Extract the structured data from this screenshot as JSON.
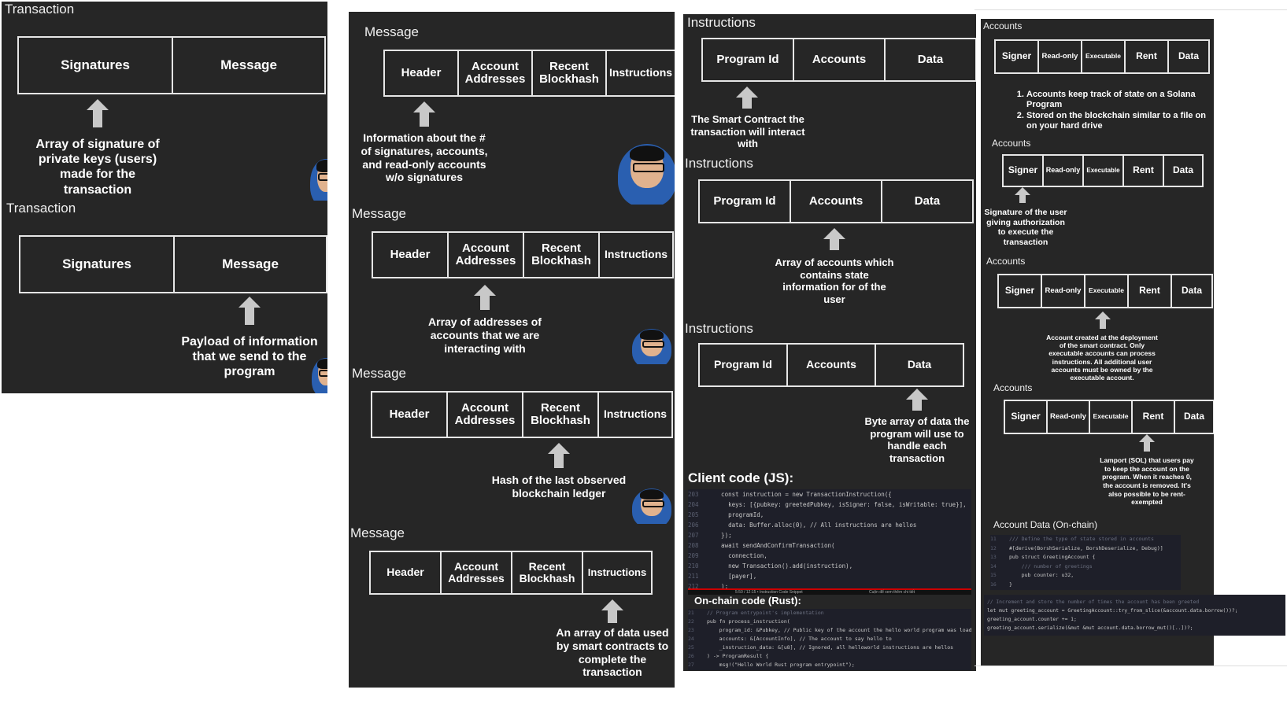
{
  "tx": {
    "title": "Transaction",
    "signatures": "Signatures",
    "message": "Message",
    "cap_signatures": "Array of signature of private keys (users) made for the transaction",
    "cap_message": "Payload of information that we send to the program"
  },
  "msg": {
    "title": "Message",
    "header": "Header",
    "account_addresses": "Account Addresses",
    "recent_blockhash": "Recent Blockhash",
    "instructions": "Instructions",
    "cap_header": "Information about the # of signatures, accounts, and read-only accounts w/o signatures",
    "cap_addresses": "Array of addresses of accounts that we are interacting with",
    "cap_blockhash": "Hash of the last observed blockchain ledger",
    "cap_instructions": "An array of data used by smart contracts to complete the transaction"
  },
  "ins": {
    "title": "Instructions",
    "program_id": "Program Id",
    "accounts": "Accounts",
    "data": "Data",
    "cap_program": "The Smart Contract the transaction will interact with",
    "cap_accounts": "Array of accounts which contains state information for of the user",
    "cap_data": "Byte array of data the program will use to handle each transaction"
  },
  "code": {
    "client_title": "Client code (JS):",
    "onchain_title": "On-chain code (Rust):",
    "client_lines": [
      [
        "203",
        "    const instruction = new TransactionInstruction({"
      ],
      [
        "204",
        "      keys: [{pubkey: greetedPubkey, isSigner: false, isWritable: true}],"
      ],
      [
        "205",
        "      programId,"
      ],
      [
        "206",
        "      data: Buffer.alloc(0), // All instructions are hellos"
      ],
      [
        "207",
        "    });"
      ],
      [
        "208",
        "    await sendAndConfirmTransaction("
      ],
      [
        "209",
        "      connection,"
      ],
      [
        "210",
        "      new Transaction().add(instruction),"
      ],
      [
        "211",
        "      [payer],"
      ],
      [
        "212",
        "    );"
      ]
    ],
    "video_bar": "5:50 / 12:15 • Instruction Code Snippet",
    "video_bar_right": "Cuộn để xem thêm chi tiết",
    "onchain_lines": [
      [
        "21",
        "// Program entrypoint's implementation"
      ],
      [
        "22",
        "pub fn process_instruction("
      ],
      [
        "23",
        "    program_id: &Pubkey, // Public key of the account the hello world program was loaded into"
      ],
      [
        "24",
        "    accounts: &[AccountInfo], // The account to say hello to"
      ],
      [
        "25",
        "    _instruction_data: &[u8], // Ignored, all helloworld instructions are hellos"
      ],
      [
        "26",
        ") -> ProgramResult {"
      ],
      [
        "27",
        "    msg!(\"Hello World Rust program entrypoint\");"
      ]
    ]
  },
  "acc": {
    "title": "Accounts",
    "signer": "Signer",
    "read_only": "Read-only",
    "executable": "Executable",
    "rent": "Rent",
    "data": "Data",
    "list": [
      "Accounts keep track of state on a Solana Program",
      "Stored on the blockchain similar to a file on on your hard drive"
    ],
    "cap_signer": "Signature of the user giving authorization to execute the transaction",
    "cap_executable": "Account created at the deployment of the smart contract. Only executable accounts can process instructions. All additional user accounts must be owned by the executable account.",
    "cap_rent": "Lamport (SOL) that users pay to keep the account on the program. When it reaches 0, the account is removed. It's also possible to be rent-exempted",
    "data_title": "Account Data (On-chain)",
    "data_lines": [
      [
        "11",
        "/// Define the type of state stored in accounts"
      ],
      [
        "12",
        "#[derive(BorshSerialize, BorshDeserialize, Debug)]"
      ],
      [
        "13",
        "pub struct GreetingAccount {"
      ],
      [
        "14",
        "    /// number of greetings"
      ],
      [
        "15",
        "    pub counter: u32,"
      ],
      [
        "16",
        "}"
      ]
    ],
    "data_lines2": [
      "// Increment and store the number of times the account has been greeted",
      "let mut greeting_account = GreetingAccount::try_from_slice(&account.data.borrow())?;",
      "greeting_account.counter += 1;",
      "greeting_account.serialize(&mut &mut account.data.borrow_mut()[..])?;"
    ]
  }
}
